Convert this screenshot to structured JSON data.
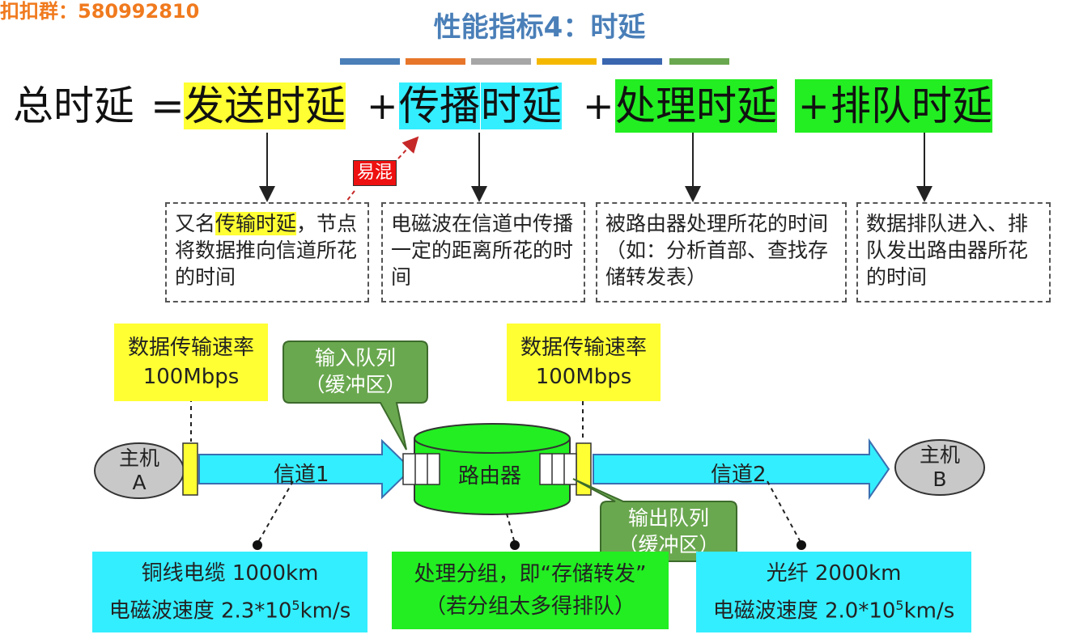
{
  "watermark": "扣扣群：580992810",
  "title": "性能指标4：时延",
  "color_bars": [
    "#4a7fb8",
    "#e8762a",
    "#a6a6a6",
    "#f5b800",
    "#3a66b0",
    "#6aa84f"
  ],
  "formula": {
    "total": "总时延",
    "equals": "=",
    "plus": "+",
    "terms": [
      {
        "a": "发送",
        "b": "时延"
      },
      {
        "a": "传播",
        "b": "时延"
      },
      {
        "a": "处理",
        "b": "时延"
      },
      {
        "a": "排队",
        "b": "时延"
      }
    ]
  },
  "confuse_tag": "易混",
  "descriptions": [
    {
      "pre": "又名",
      "hl": "传输时延",
      "post": "，",
      "rest": "节点将数据推向信道所花的时间"
    },
    {
      "text": "电磁波在信道中传播一定的距离所花的时间"
    },
    {
      "text": "被路由器处理所花的时间（如：分析首部、查找存储转发表）"
    },
    {
      "text": "数据排队进入、排队发出路由器所花的时间"
    }
  ],
  "rate_boxes": [
    {
      "line1": "数据传输速率",
      "line2": "100Mbps"
    },
    {
      "line1": "数据传输速率",
      "line2": "100Mbps"
    }
  ],
  "callouts": {
    "input": {
      "line1": "输入队列",
      "line2": "（缓冲区）"
    },
    "output": {
      "line1": "输出队列",
      "line2": "（缓冲区）"
    }
  },
  "hosts": {
    "a": {
      "line1": "主机",
      "line2": "A"
    },
    "b": {
      "line1": "主机",
      "line2": "B"
    }
  },
  "channels": {
    "one": "信道1",
    "two": "信道2"
  },
  "router": "路由器",
  "bottom_boxes": {
    "copper": {
      "line1": "铜线电缆 1000km",
      "line2_pre": "电磁波速度 2.3*10",
      "line2_sup": "5",
      "line2_post": "km/s"
    },
    "process": {
      "line1": "处理分组，即“存储转发”",
      "line2": "（若分组太多得排队）"
    },
    "fiber": {
      "line1": "光纤 2000km",
      "line2_pre": "电磁波速度 2.0*10",
      "line2_sup": "5",
      "line2_post": "km/s"
    }
  }
}
